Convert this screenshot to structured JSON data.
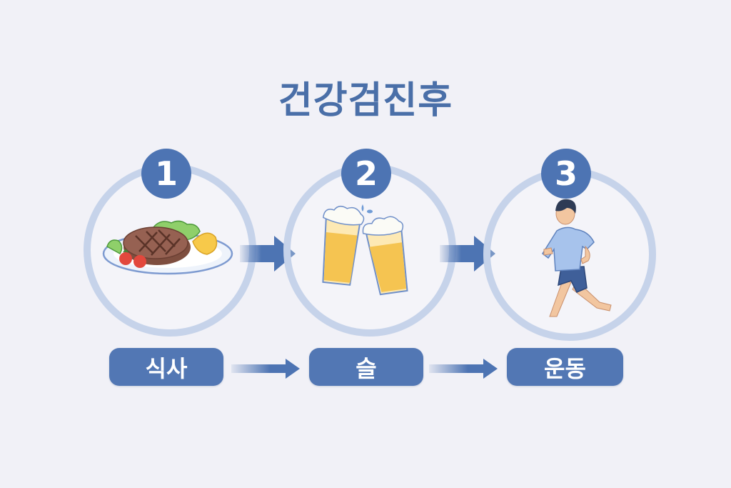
{
  "title": "건강검진후",
  "colors": {
    "primary": "#4d74b3",
    "title": "#4a6fa8",
    "ring": "#c6d3ea",
    "background": "#f1f1f7"
  },
  "steps": [
    {
      "number": "1",
      "label": "식사",
      "icon": "steak-plate-icon"
    },
    {
      "number": "2",
      "label": "슬",
      "icon": "beer-toast-icon"
    },
    {
      "number": "3",
      "label": "운동",
      "icon": "running-man-icon"
    }
  ]
}
